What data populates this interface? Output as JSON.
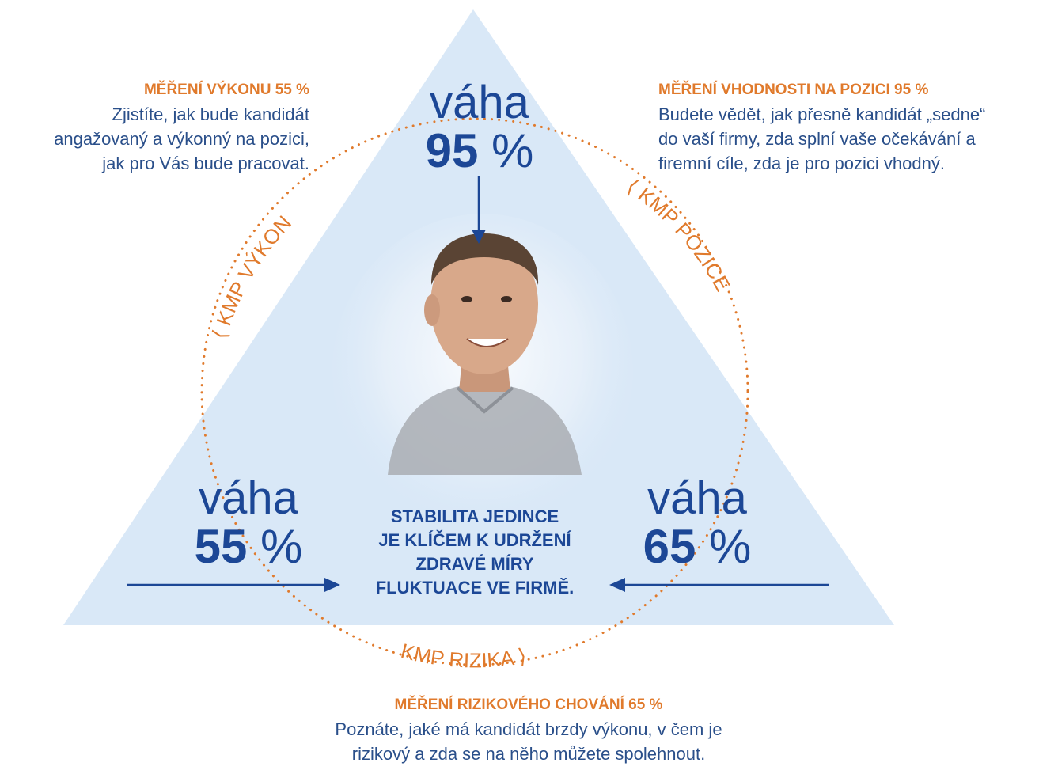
{
  "top": {
    "weight_word": "váha",
    "weight_value": "95",
    "percent": "%",
    "title": "MĚŘENÍ VHODNOSTI NA POZICI 95 %",
    "lines": [
      "Budete vědět, jak přesně kandidát „sedne“",
      "do vaší firmy, zda splní vaše očekávání a",
      "firemní cíle, zda je pro pozici vhodný."
    ],
    "arc_label": "KMP POZICE"
  },
  "left": {
    "weight_word": "váha",
    "weight_value": "55",
    "percent": "%",
    "title": "MĚŘENÍ VÝKONU 55 %",
    "lines": [
      "Zjistíte, jak bude kandidát",
      "angažovaný a výkonný na pozici,",
      "jak pro Vás bude pracovat."
    ],
    "arc_label": "KMP VÝKON"
  },
  "right": {
    "weight_word": "váha",
    "weight_value": "65",
    "percent": "%"
  },
  "bottom": {
    "title": "MĚŘENÍ RIZIKOVÉHO CHOVÁNÍ 65 %",
    "lines": [
      "Poznáte, jaké má kandidát brzdy výkonu, v čem je",
      "rizikový a zda se na něho můžete spolehnout."
    ],
    "arc_label": "KMP RIZIKA"
  },
  "center": {
    "lines": [
      "STABILITA JEDINCE",
      "JE KLÍČEM K UDRŽENÍ",
      "ZDRAVÉ MÍRY",
      "FLUKTUACE VE FIRMĚ."
    ]
  },
  "colors": {
    "triangle": "#d9e8f7",
    "accent_orange": "#e07a2c",
    "accent_blue": "#1c4796",
    "text_blue": "#2a4f8a"
  },
  "icons": {
    "center_image": "person-portrait"
  }
}
